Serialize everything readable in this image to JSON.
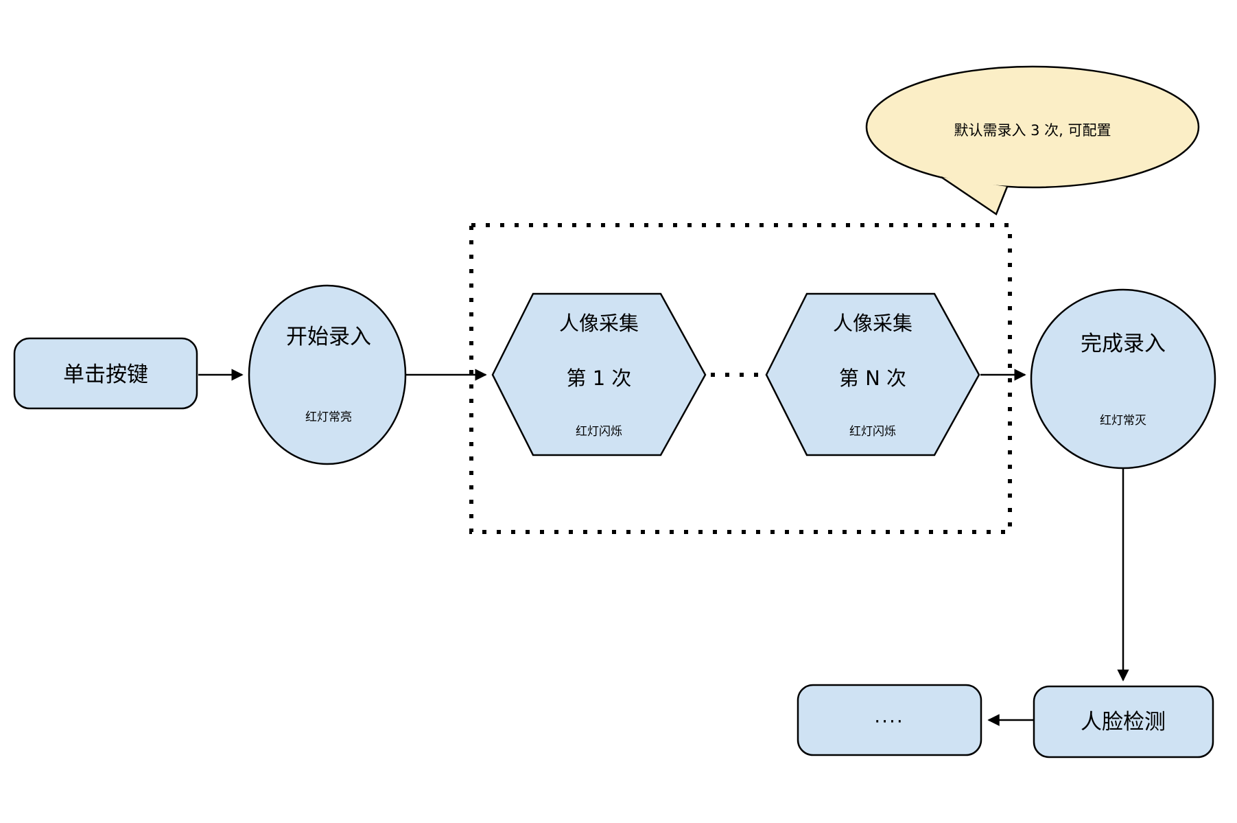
{
  "diagram": {
    "nodes": {
      "click_button": {
        "label": "单击按键"
      },
      "start_enroll": {
        "label": "开始录入",
        "status": "红灯常亮"
      },
      "capture_first": {
        "title": "人像采集",
        "subtitle": "第 1 次",
        "status": "红灯闪烁"
      },
      "capture_nth": {
        "title": "人像采集",
        "subtitle": "第 N 次",
        "status": "红灯闪烁"
      },
      "finish_enroll": {
        "label": "完成录入",
        "status": "红灯常灭"
      },
      "face_detection": {
        "label": "人脸检测"
      },
      "ellipsis": {
        "label": "...."
      }
    },
    "callout": {
      "text": "默认需录入 3 次, 可配置"
    },
    "colors": {
      "node_fill": "#cfe2f3",
      "callout_fill": "#fbeec6",
      "stroke": "#000000",
      "canvas": "#ffffff"
    }
  }
}
